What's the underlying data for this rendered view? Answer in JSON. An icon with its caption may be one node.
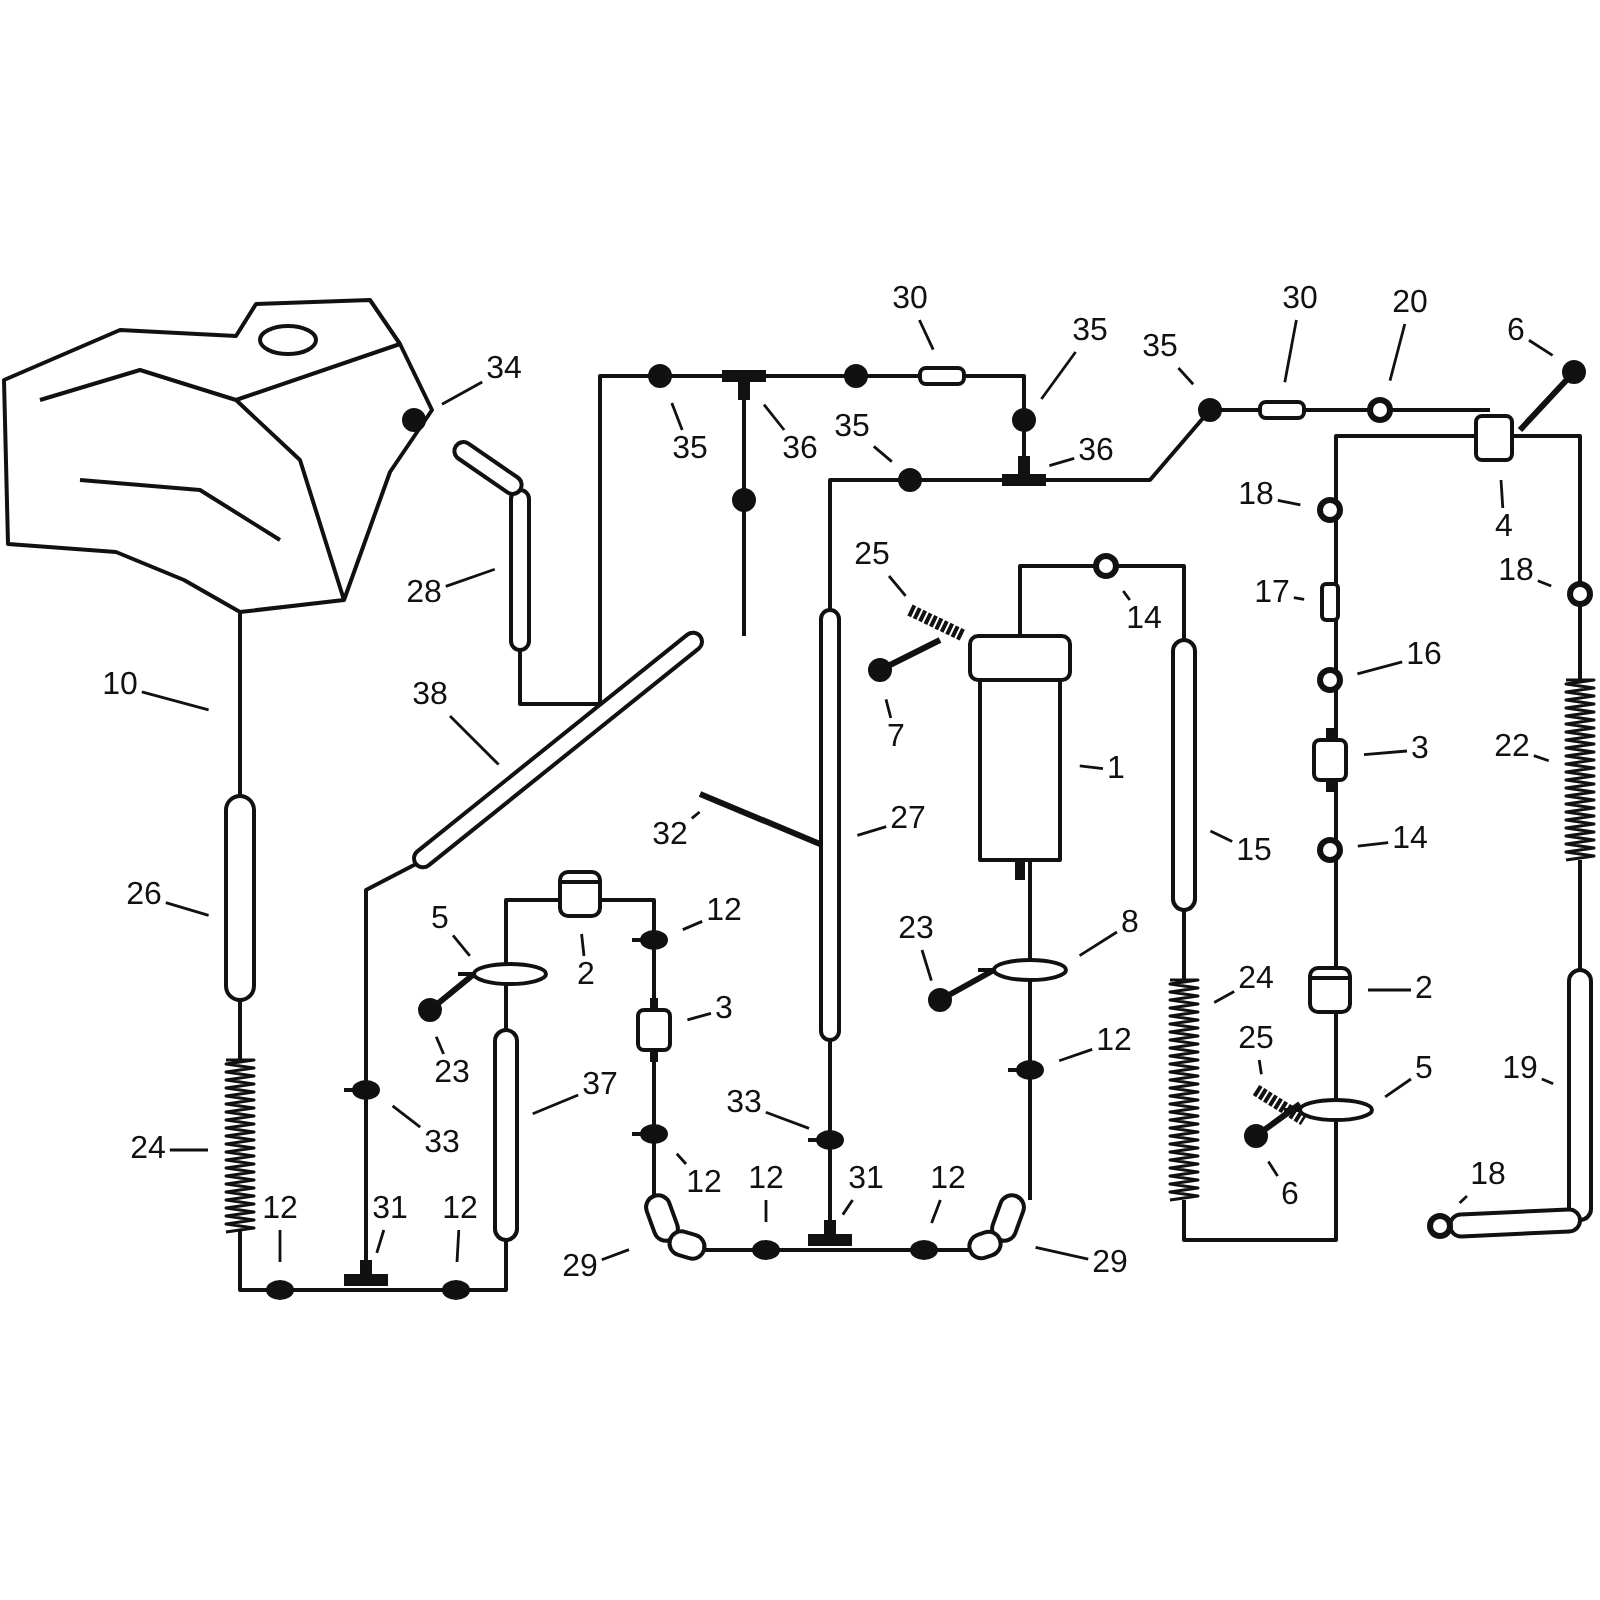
{
  "diagram": {
    "nodes": [
      {
        "text": [
          "30"
        ]
      },
      {
        "text": [
          "30"
        ]
      },
      {
        "text": [
          "20"
        ]
      },
      {
        "text": [
          "6"
        ]
      },
      {
        "text": [
          "34"
        ]
      },
      {
        "text": [
          "35"
        ]
      },
      {
        "text": [
          "35"
        ]
      },
      {
        "text": [
          "35"
        ]
      },
      {
        "text": [
          "36"
        ]
      },
      {
        "text": [
          "35"
        ]
      },
      {
        "text": [
          "36"
        ]
      },
      {
        "text": [
          "18"
        ]
      },
      {
        "text": [
          "4"
        ]
      },
      {
        "text": [
          "18"
        ]
      },
      {
        "text": [
          "28"
        ]
      },
      {
        "text": [
          "25"
        ]
      },
      {
        "text": [
          "14"
        ]
      },
      {
        "text": [
          "17"
        ]
      },
      {
        "text": [
          "16"
        ]
      },
      {
        "text": [
          "7"
        ]
      },
      {
        "text": [
          "10"
        ]
      },
      {
        "text": [
          "38"
        ]
      },
      {
        "text": [
          "1"
        ]
      },
      {
        "text": [
          "22"
        ]
      },
      {
        "text": [
          "3"
        ]
      },
      {
        "text": [
          "32"
        ]
      },
      {
        "text": [
          "27"
        ]
      },
      {
        "text": [
          "15"
        ]
      },
      {
        "text": [
          "26"
        ]
      },
      {
        "text": [
          "14"
        ]
      },
      {
        "text": [
          "8"
        ]
      },
      {
        "text": [
          "5"
        ]
      },
      {
        "text": [
          "2"
        ]
      },
      {
        "text": [
          "12"
        ]
      },
      {
        "text": [
          "3"
        ]
      },
      {
        "text": [
          "23"
        ]
      },
      {
        "text": [
          "2"
        ]
      },
      {
        "text": [
          "24"
        ]
      },
      {
        "text": [
          "23"
        ]
      },
      {
        "text": [
          "37"
        ]
      },
      {
        "text": [
          "19"
        ]
      },
      {
        "text": [
          "12"
        ]
      },
      {
        "text": [
          "25"
        ]
      },
      {
        "text": [
          "5"
        ]
      },
      {
        "text": [
          "33"
        ]
      },
      {
        "text": [
          "24"
        ]
      },
      {
        "text": [
          "33"
        ]
      },
      {
        "text": [
          "12"
        ]
      },
      {
        "text": [
          "6"
        ]
      },
      {
        "text": [
          "18"
        ]
      },
      {
        "text": [
          "12"
        ]
      },
      {
        "text": [
          "31"
        ]
      },
      {
        "text": [
          "12"
        ]
      },
      {
        "text": [
          "12"
        ]
      },
      {
        "text": [
          "31"
        ]
      },
      {
        "text": [
          "12"
        ]
      },
      {
        "text": [
          "29"
        ]
      },
      {
        "text": [
          "29"
        ]
      }
    ],
    "edges": [
      {
        "from": 0,
        "to": null,
        "arrow": "none"
      },
      {
        "from": 1,
        "to": null,
        "arrow": "none"
      },
      {
        "from": 2,
        "to": null,
        "arrow": "none"
      },
      {
        "from": 3,
        "to": null,
        "arrow": "none"
      },
      {
        "from": 4,
        "to": null,
        "arrow": "none"
      },
      {
        "from": 5,
        "to": null,
        "arrow": "none"
      },
      {
        "from": 6,
        "to": null,
        "arrow": "none"
      },
      {
        "from": 7,
        "to": null,
        "arrow": "none"
      },
      {
        "from": 8,
        "to": null,
        "arrow": "none"
      },
      {
        "from": 9,
        "to": null,
        "arrow": "none"
      },
      {
        "from": 10,
        "to": null,
        "arrow": "none"
      },
      {
        "from": 11,
        "to": null,
        "arrow": "none"
      },
      {
        "from": 12,
        "to": null,
        "arrow": "none"
      },
      {
        "from": 13,
        "to": null,
        "arrow": "none"
      },
      {
        "from": 14,
        "to": null,
        "arrow": "none"
      },
      {
        "from": 15,
        "to": null,
        "arrow": "none"
      },
      {
        "from": 16,
        "to": null,
        "arrow": "none"
      },
      {
        "from": 17,
        "to": null,
        "arrow": "none"
      },
      {
        "from": 18,
        "to": null,
        "arrow": "none"
      },
      {
        "from": 19,
        "to": null,
        "arrow": "none"
      },
      {
        "from": 20,
        "to": null,
        "arrow": "none"
      },
      {
        "from": 21,
        "to": null,
        "arrow": "none"
      },
      {
        "from": 22,
        "to": null,
        "arrow": "none"
      },
      {
        "from": 23,
        "to": null,
        "arrow": "none"
      },
      {
        "from": 24,
        "to": null,
        "arrow": "none"
      },
      {
        "from": 25,
        "to": null,
        "arrow": "none"
      },
      {
        "from": 26,
        "to": null,
        "arrow": "none"
      },
      {
        "from": 27,
        "to": null,
        "arrow": "none"
      },
      {
        "from": 28,
        "to": null,
        "arrow": "none"
      },
      {
        "from": 29,
        "to": null,
        "arrow": "none"
      },
      {
        "from": 30,
        "to": null,
        "arrow": "none"
      },
      {
        "from": 31,
        "to": null,
        "arrow": "none"
      },
      {
        "from": 32,
        "to": null,
        "arrow": "none"
      },
      {
        "from": 33,
        "to": null,
        "arrow": "none"
      },
      {
        "from": 34,
        "to": null,
        "arrow": "none"
      },
      {
        "from": 35,
        "to": null,
        "arrow": "none"
      },
      {
        "from": 36,
        "to": null,
        "arrow": "none"
      },
      {
        "from": 37,
        "to": null,
        "arrow": "none"
      },
      {
        "from": 38,
        "to": null,
        "arrow": "none"
      },
      {
        "from": 39,
        "to": null,
        "arrow": "none"
      },
      {
        "from": 40,
        "to": null,
        "arrow": "none"
      },
      {
        "from": 41,
        "to": null,
        "arrow": "none"
      },
      {
        "from": 42,
        "to": null,
        "arrow": "none"
      },
      {
        "from": 43,
        "to": null,
        "arrow": "none"
      },
      {
        "from": 44,
        "to": null,
        "arrow": "none"
      },
      {
        "from": 45,
        "to": null,
        "arrow": "none"
      },
      {
        "from": 46,
        "to": null,
        "arrow": "none"
      },
      {
        "from": 47,
        "to": null,
        "arrow": "none"
      },
      {
        "from": 48,
        "to": null,
        "arrow": "none"
      },
      {
        "from": 49,
        "to": null,
        "arrow": "none"
      },
      {
        "from": 50,
        "to": null,
        "arrow": "none"
      },
      {
        "from": 51,
        "to": null,
        "arrow": "none"
      },
      {
        "from": 52,
        "to": null,
        "arrow": "none"
      },
      {
        "from": 53,
        "to": null,
        "arrow": "none"
      },
      {
        "from": 54,
        "to": null,
        "arrow": "none"
      },
      {
        "from": 55,
        "to": null,
        "arrow": "none"
      },
      {
        "from": 56,
        "to": null,
        "arrow": "none"
      },
      {
        "from": 57,
        "to": null,
        "arrow": "none"
      }
    ]
  }
}
